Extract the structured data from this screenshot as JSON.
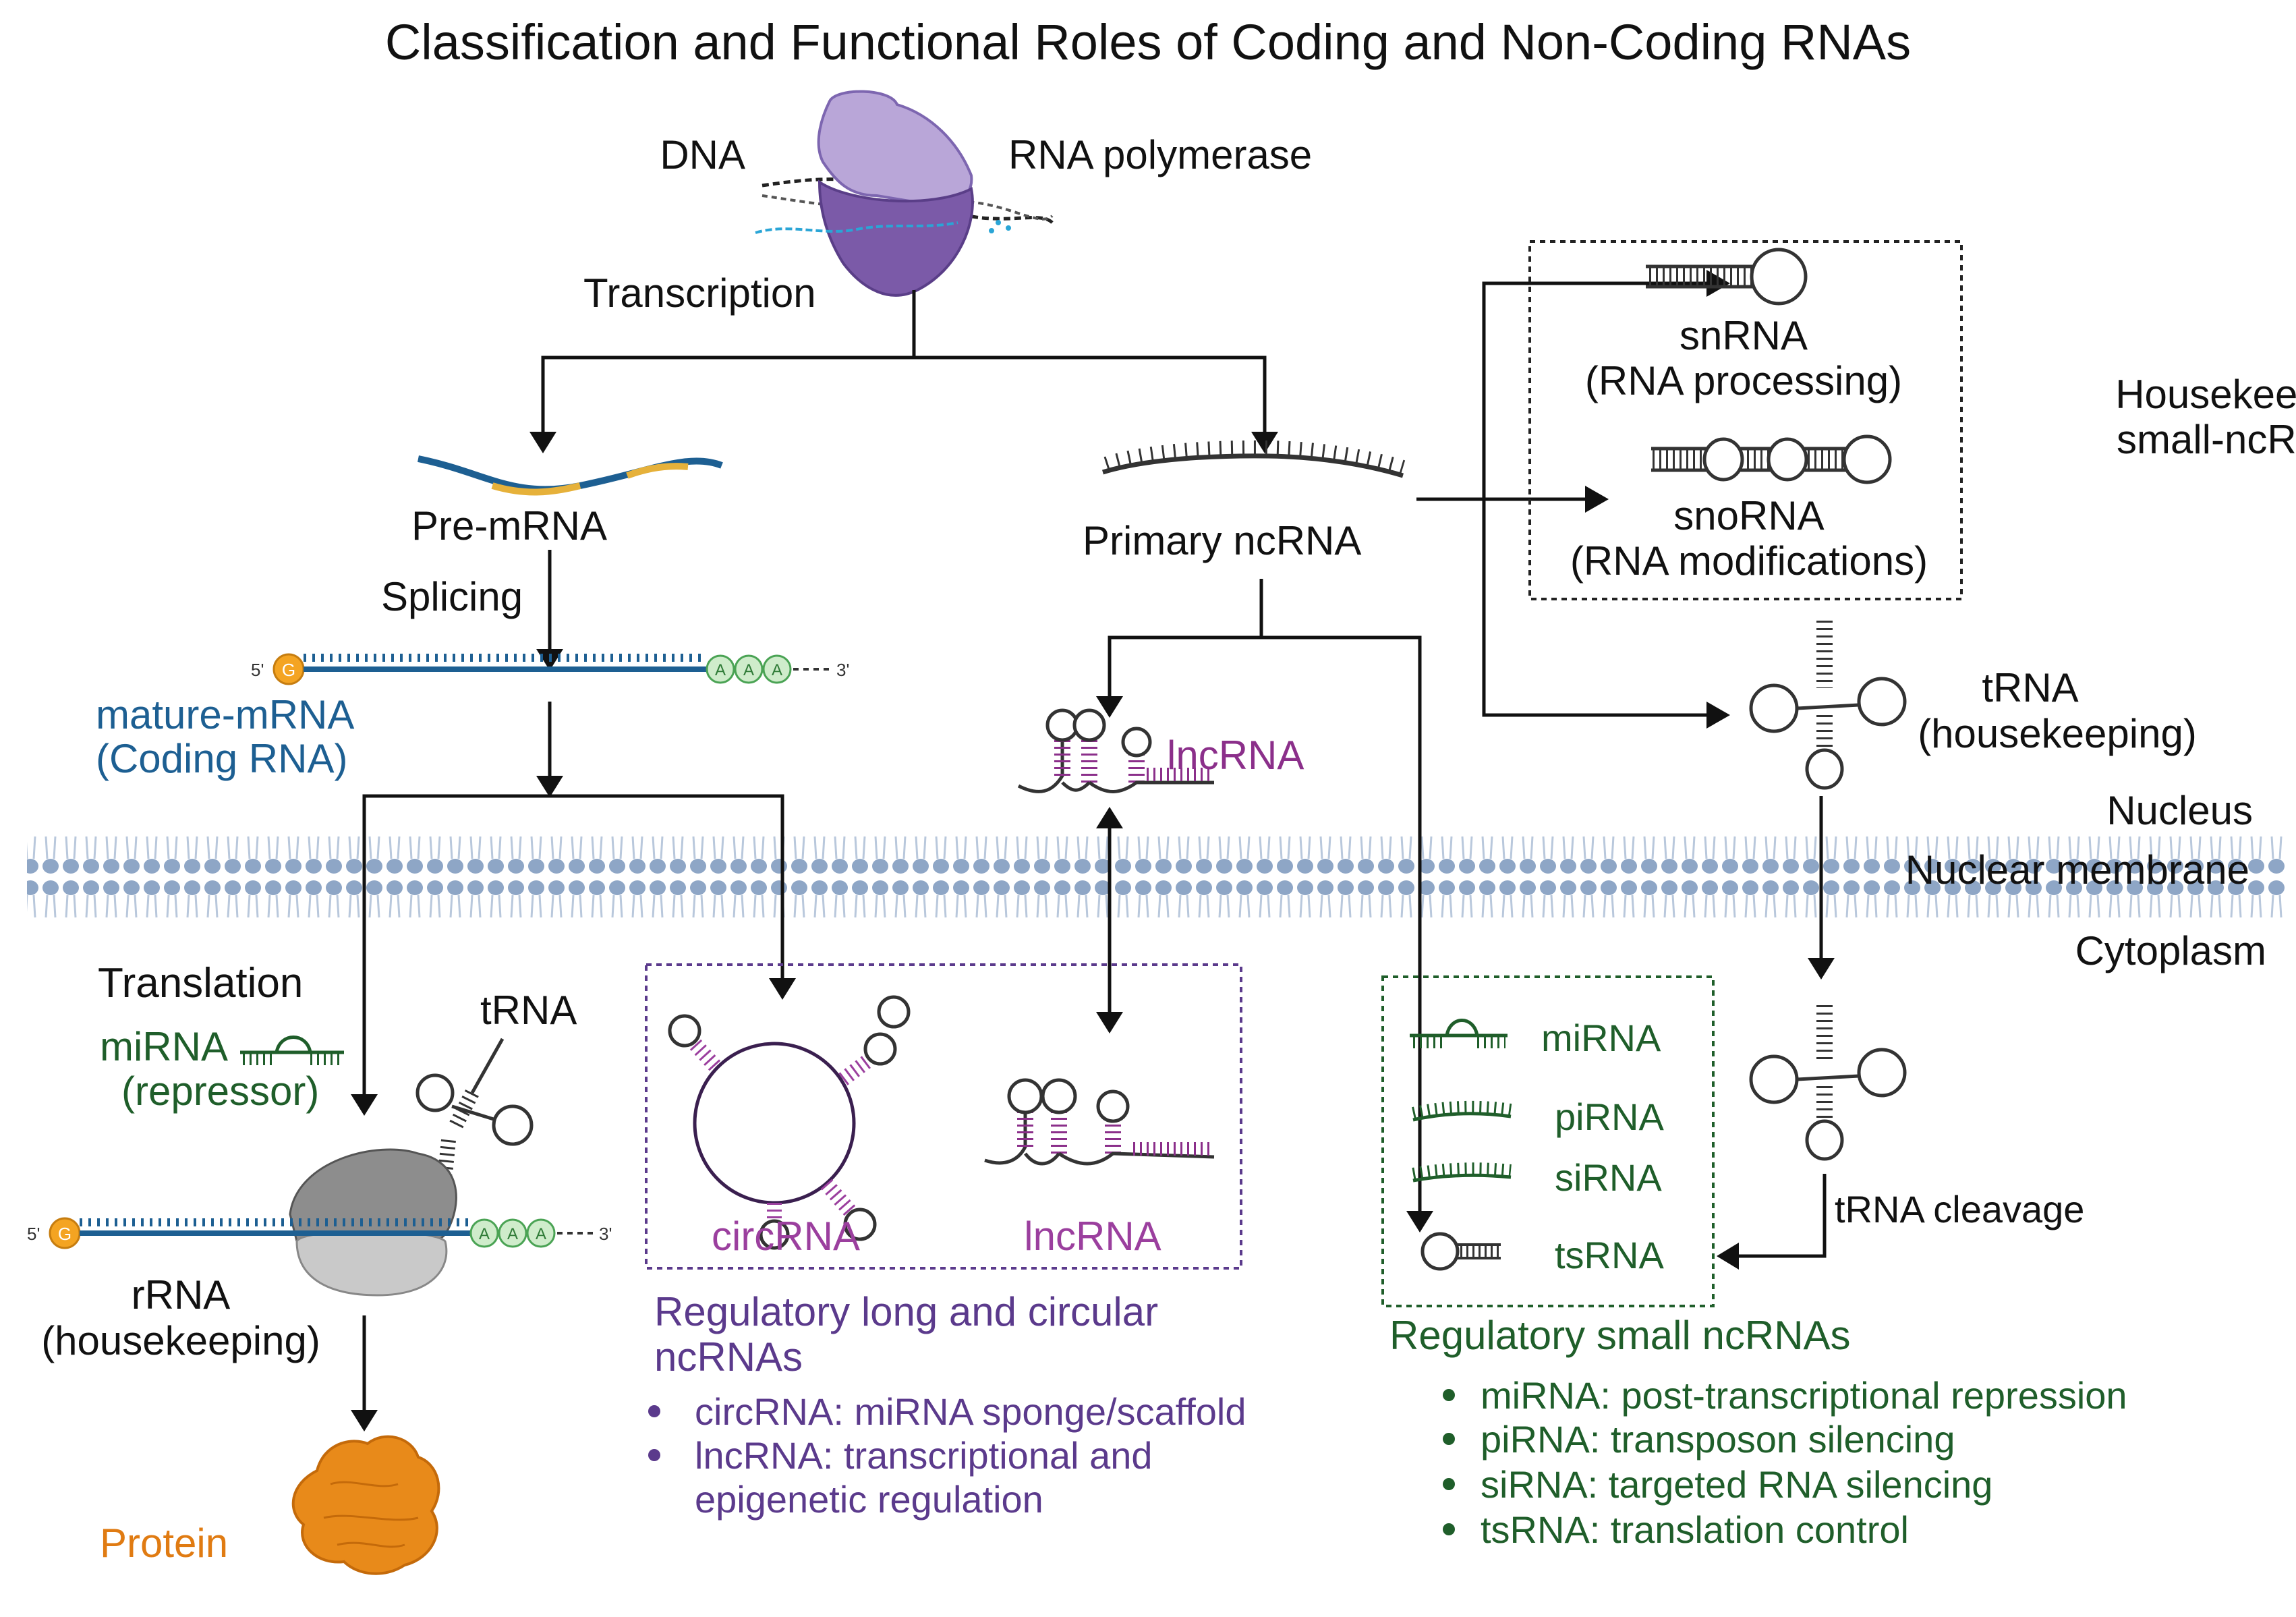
{
  "title": "Classification and Functional Roles of Coding and Non-Coding RNAs",
  "labels": {
    "dna": "DNA",
    "rna_polymerase": "RNA polymerase",
    "transcription": "Transcription",
    "pre_mrna": "Pre-mRNA",
    "splicing": "Splicing",
    "five_prime": "5'",
    "three_prime": "3'",
    "cap": "G",
    "poly_a": "A",
    "mature_mrna_1": "mature-mRNA",
    "mature_mrna_2": "(Coding RNA)",
    "primary_ncrna": "Primary ncRNA",
    "snrna": "snRNA",
    "snrna_role": "(RNA processing)",
    "snorna": "snoRNA",
    "snorna_role": "(RNA modifications)",
    "housekeeping_1": "Housekeeping",
    "housekeeping_2": "small-ncRNAs",
    "trna_nucleus": "tRNA",
    "trna_housekeeping": "(housekeeping)",
    "lncrna_nucleus": "lncRNA",
    "nucleus": "Nucleus",
    "nuclear_membrane": "Nuclear membrane",
    "cytoplasm": "Cytoplasm",
    "translation": "Translation",
    "mirna_repressor_1": "miRNA",
    "mirna_repressor_2": "(repressor)",
    "trna_ribosome": "tRNA",
    "rrna_1": "rRNA",
    "rrna_2": "(housekeeping)",
    "protein": "Protein",
    "circrna": "circRNA",
    "lncrna_cyto": "lncRNA",
    "small_mirna": "miRNA",
    "small_pirna": "piRNA",
    "small_sirna": "siRNA",
    "small_tsrna": "tsRNA",
    "trna_cleavage": "tRNA cleavage",
    "reg_long_title_1": "Regulatory long and circular",
    "reg_long_title_2": "ncRNAs",
    "reg_long_items": [
      "circRNA: miRNA sponge/scaffold",
      "lncRNA: transcriptional and",
      "epigenetic regulation"
    ],
    "reg_small_title": "Regulatory small ncRNAs",
    "reg_small_items": [
      "miRNA: post-transcriptional repression",
      "piRNA: transposon silencing",
      "siRNA: targeted RNA silencing",
      "tsRNA: translation control"
    ]
  },
  "colors": {
    "mrna_blue": "#1d5f92",
    "exon_yellow": "#e6b13a",
    "lnc_purple": "#8b2f8a",
    "circ_purple": "#9b3f9e",
    "reg_purple": "#5b3a8c",
    "small_green": "#1f5e2a",
    "protein_orange": "#e07b12",
    "membrane": "#9fb4cf",
    "arrow": "#111111"
  }
}
